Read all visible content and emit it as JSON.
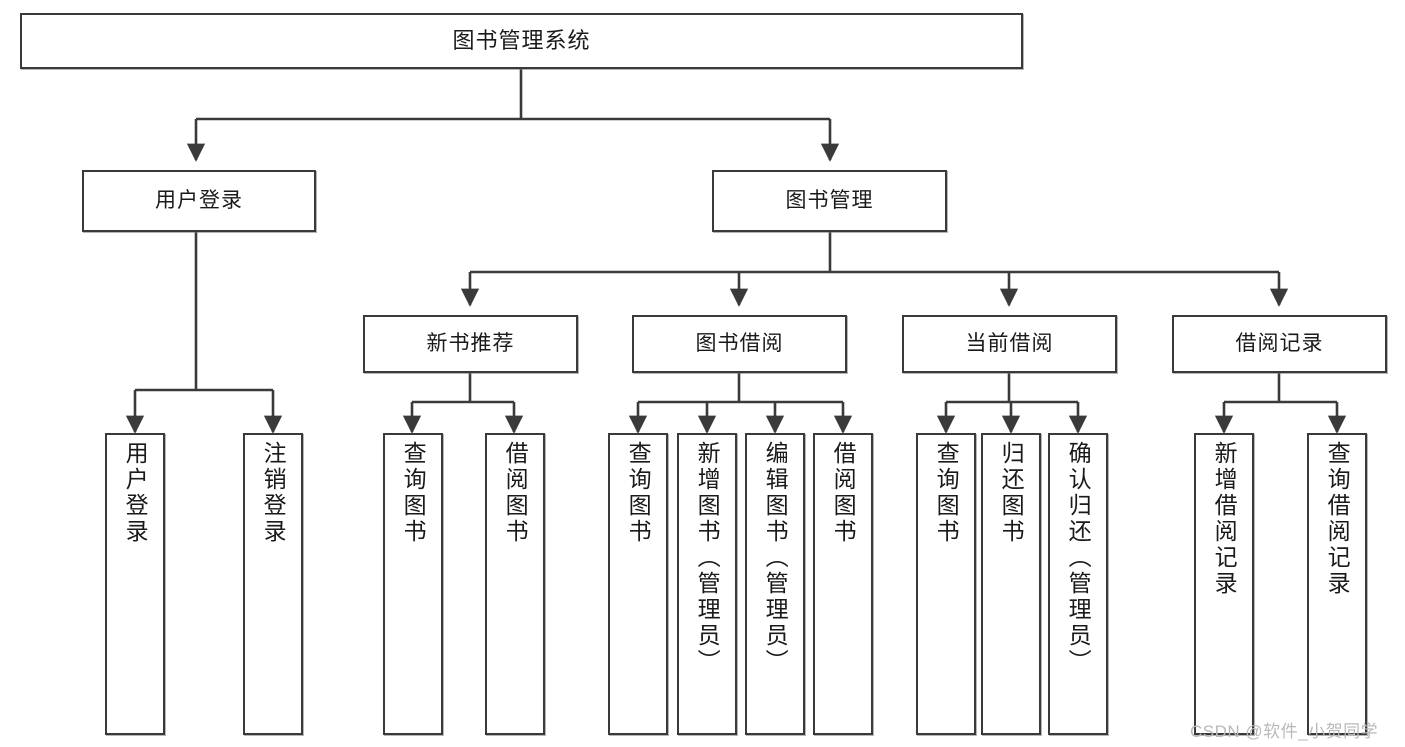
{
  "diagram": {
    "title": "图书管理系统",
    "type": "tree-hierarchy",
    "levels": [
      {
        "level": 1,
        "nodes": [
          {
            "id": "root",
            "label": "图书管理系统",
            "orientation": "horizontal"
          }
        ]
      },
      {
        "level": 2,
        "nodes": [
          {
            "id": "login",
            "label": "用户登录",
            "orientation": "horizontal",
            "parent": "root"
          },
          {
            "id": "bookmgmt",
            "label": "图书管理",
            "orientation": "horizontal",
            "parent": "root"
          }
        ]
      },
      {
        "level": 3,
        "nodes": [
          {
            "id": "newbook",
            "label": "新书推荐",
            "orientation": "horizontal",
            "parent": "bookmgmt"
          },
          {
            "id": "borrow",
            "label": "图书借阅",
            "orientation": "horizontal",
            "parent": "bookmgmt"
          },
          {
            "id": "current",
            "label": "当前借阅",
            "orientation": "horizontal",
            "parent": "bookmgmt"
          },
          {
            "id": "records",
            "label": "借阅记录",
            "orientation": "horizontal",
            "parent": "bookmgmt"
          }
        ]
      },
      {
        "level": 4,
        "nodes": [
          {
            "id": "leaf1",
            "label": "用户登录",
            "orientation": "vertical",
            "parent": "login"
          },
          {
            "id": "leaf2",
            "label": "注销登录",
            "orientation": "vertical",
            "parent": "login"
          },
          {
            "id": "leaf3",
            "label": "查询图书",
            "orientation": "vertical",
            "parent": "newbook"
          },
          {
            "id": "leaf4",
            "label": "借阅图书",
            "orientation": "vertical",
            "parent": "newbook"
          },
          {
            "id": "leaf5",
            "label": "查询图书",
            "orientation": "vertical",
            "parent": "borrow"
          },
          {
            "id": "leaf6",
            "label": "新增图书（管理员）",
            "orientation": "vertical",
            "parent": "borrow"
          },
          {
            "id": "leaf7",
            "label": "编辑图书（管理员）",
            "orientation": "vertical",
            "parent": "borrow"
          },
          {
            "id": "leaf8",
            "label": "借阅图书",
            "orientation": "vertical",
            "parent": "borrow"
          },
          {
            "id": "leaf9",
            "label": "查询图书",
            "orientation": "vertical",
            "parent": "current"
          },
          {
            "id": "leaf10",
            "label": "归还图书",
            "orientation": "vertical",
            "parent": "current"
          },
          {
            "id": "leaf11",
            "label": "确认归还（管理员）",
            "orientation": "vertical",
            "parent": "current"
          },
          {
            "id": "leaf12",
            "label": "新增借阅记录",
            "orientation": "vertical",
            "parent": "records"
          },
          {
            "id": "leaf13",
            "label": "查询借阅记录",
            "orientation": "vertical",
            "parent": "records"
          }
        ]
      }
    ],
    "colors": {
      "node_border": "#3a3a3a",
      "node_fill": "#ffffff",
      "edge": "#3a3a3a",
      "text": "#1a1a1a",
      "watermark": "#b9b9b9",
      "background": "#ffffff"
    }
  },
  "watermark": {
    "text": "CSDN @软件_小贺同学"
  }
}
